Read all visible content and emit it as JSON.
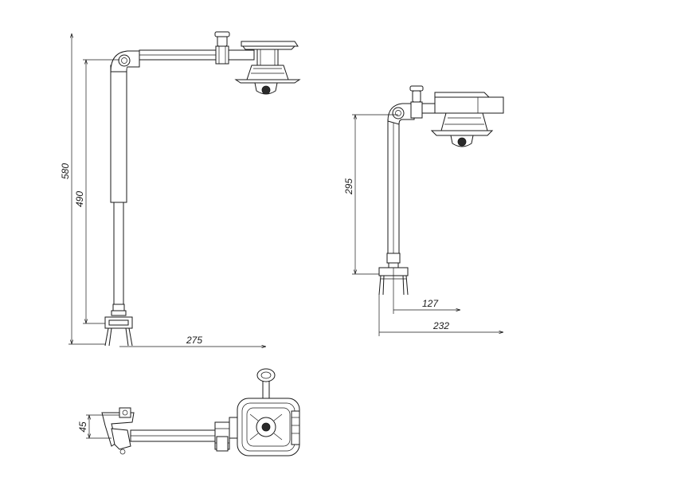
{
  "dimensions": {
    "side_total_height": "580",
    "side_pole_height": "490",
    "side_reach": "275",
    "front_height": "295",
    "front_inner_width": "127",
    "front_total_width": "232",
    "top_clamp_height": "45"
  }
}
